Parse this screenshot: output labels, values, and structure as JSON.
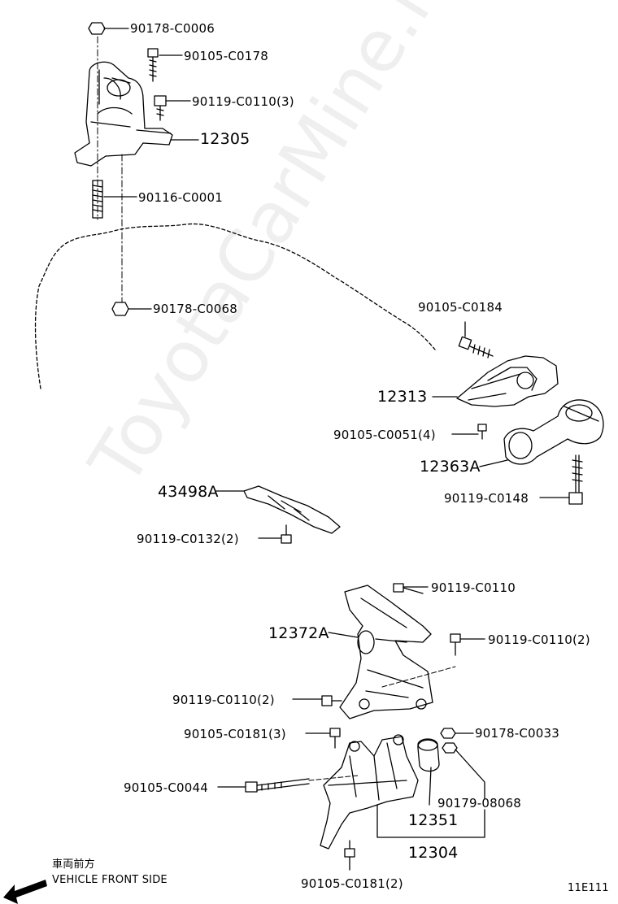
{
  "part_numbers": {
    "p1": "90178-C0006",
    "p2": "90105-C0178",
    "p3": "90119-C0110(3)",
    "p4": "12305",
    "p5": "90116-C0001",
    "p6": "90178-C0068",
    "p7": "90105-C0184",
    "p8": "12313",
    "p9": "90105-C0051(4)",
    "p10": "12363A",
    "p11": "90119-C0148",
    "p12": "43498A",
    "p13": "90119-C0132(2)",
    "p14": "90119-C0110",
    "p15": "12372A",
    "p16": "90119-C0110(2)",
    "p17": "90119-C0110(2)",
    "p18": "90105-C0181(3)",
    "p19": "90178-C0033",
    "p20": "90105-C0044",
    "p21": "90179-08068",
    "p22": "12351",
    "p23": "12304",
    "p24": "90105-C0181(2)"
  },
  "legend": {
    "front_jp": "車両前方",
    "front_en": "VEHICLE FRONT SIDE"
  },
  "figure_code": "11E111",
  "watermark": "ToyotaCarMine.ru"
}
